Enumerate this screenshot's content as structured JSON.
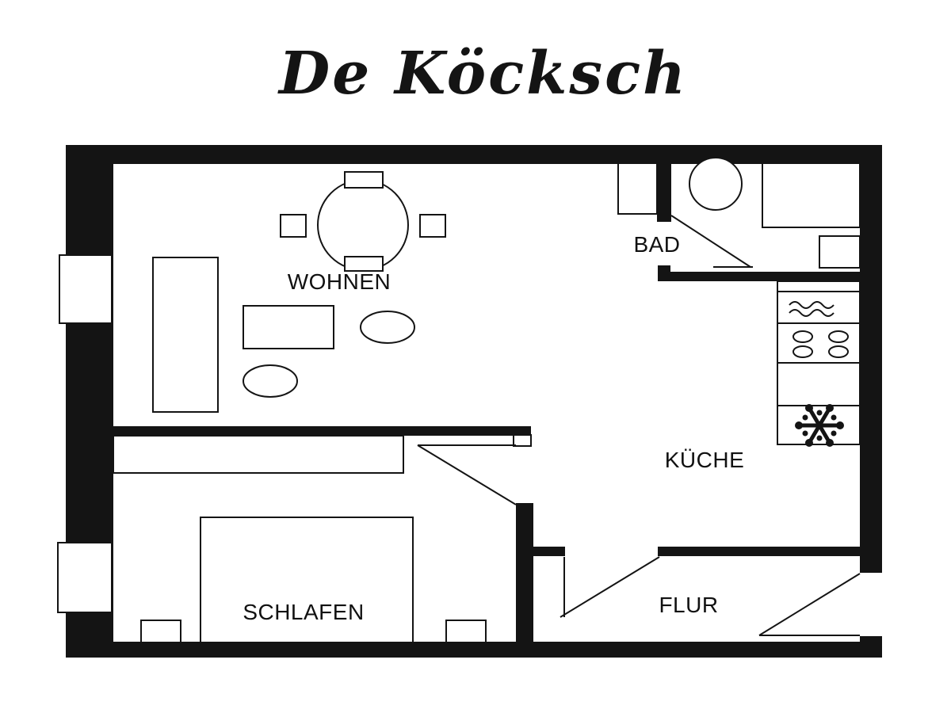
{
  "title": "De Köcksch",
  "rooms": {
    "wohnen": "WOHNEN",
    "bad": "BAD",
    "kueche": "KÜCHE",
    "schlafen": "SCHLAFEN",
    "flur": "FLUR"
  },
  "icons": {
    "freezer": "snowflake-icon"
  },
  "colors": {
    "wall": "#141414",
    "background": "#ffffff"
  }
}
